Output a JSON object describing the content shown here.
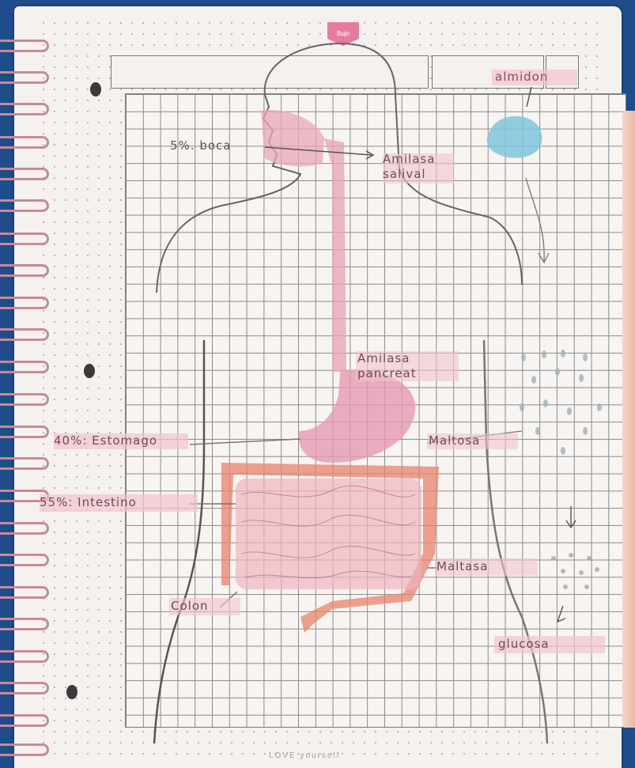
{
  "header_tag": "Bujo",
  "labels": {
    "almidon": "almidon",
    "boca": "5%. boca",
    "amilasa_salival": "Amilasa salival",
    "amilasa_pancreat": "Amilasa pancreat",
    "estomago": "40%: Estomago",
    "maltosa": "Maltosa",
    "intestino": "55%: Intestino",
    "maltasa": "Maltasa",
    "colon": "Colon",
    "glucosa": "glucosa"
  },
  "footer": "LOVE yourself",
  "colors": {
    "cover": "#1f4d8c",
    "paper": "#f5f1ef",
    "pink_highlight": "#f2c3cf",
    "intestine_orange": "#e8836b",
    "starch_blue": "#7fc4dc"
  }
}
